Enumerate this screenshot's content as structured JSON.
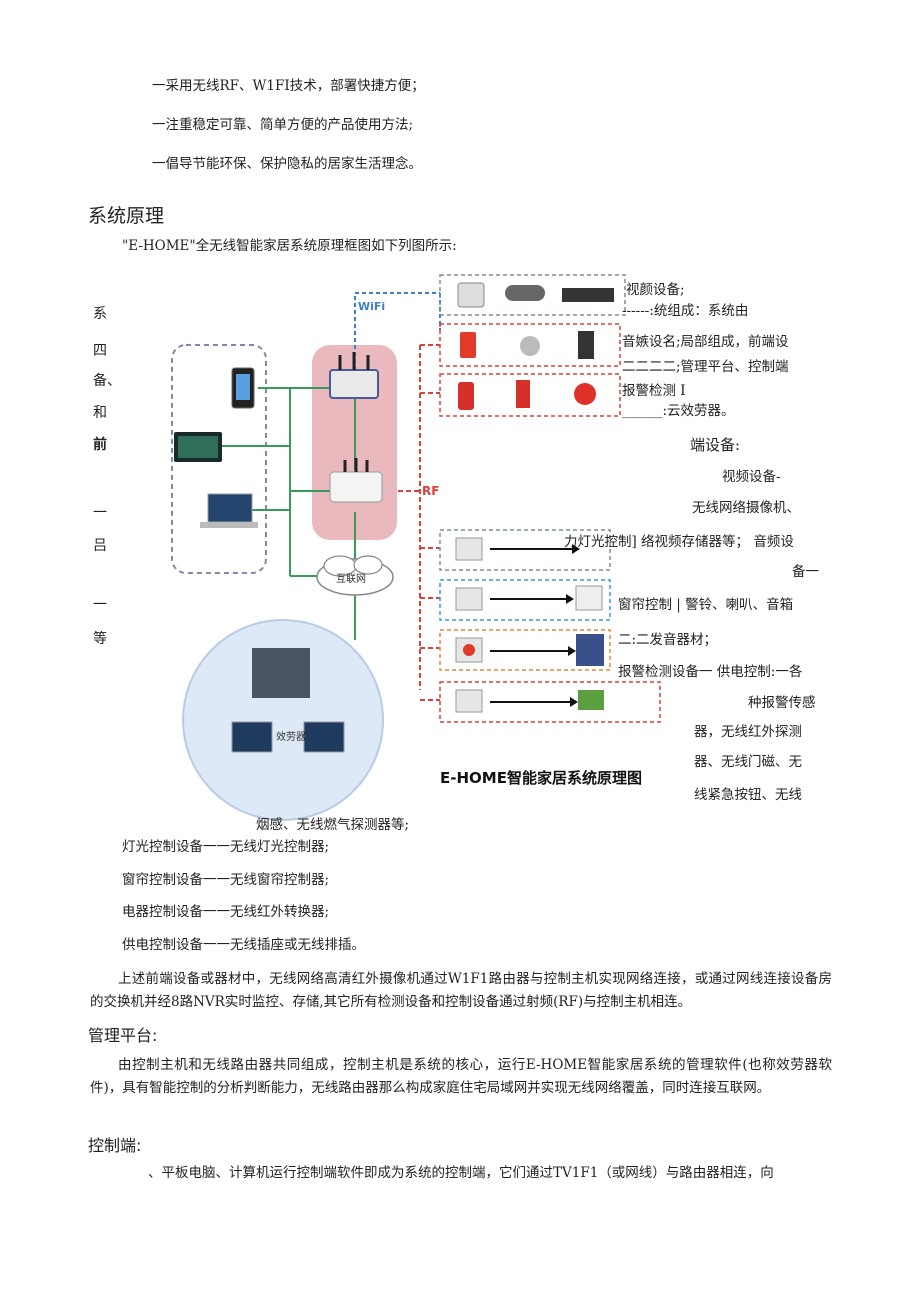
{
  "bullets": [
    "一采用无线RF、W1FI技术，部署快捷方便；",
    "一注重稳定可靠、简单方便的产品使用方法;",
    "一倡导节能环保、保护隐私的居家生活理念。"
  ],
  "section_title": "系统原理",
  "intro": "\"E-HOME\"全无线智能家居系统原理框图如下列图所示:",
  "diagram": {
    "wifi_label": "WiFi",
    "rf_label": "RF",
    "internet_label": "互联网",
    "cloud_label": "效劳器",
    "caption": "E-HOME智能家居系统原理图"
  },
  "left_vertical": [
    "系",
    "四",
    "备、",
    "和",
    "前",
    "一",
    "吕",
    "一",
    "等"
  ],
  "right_fragments": [
    "视颜设备;",
    "------:统组成：系统由",
    "音嫉设名;局部组成，前端设",
    "二二二二;管理平台、控制端",
    "报警检测 I",
    "______:云效劳器。",
    "端设备:",
    "视频设备-",
    "无线网络摄像机、",
    "力灯光控制] 络视频存储器等；  音频设",
    "备一",
    "窗帘控制 | 警铃、喇叭、音箱",
    "二:二发音器材；",
    "报警检测设备一  供电控制:一各",
    "种报警传感",
    "器，无线红外探测",
    "器、无线门磁、无",
    "线紧急按钮、无线",
    "烟感、无线燃气探测器等;"
  ],
  "device_lines": [
    "灯光控制设备一一无线灯光控制器;",
    "窗帘控制设备一一无线窗帘控制器;",
    "电器控制设备一一无线红外转换器;",
    "供电控制设备一一无线插座或无线排插。"
  ],
  "para1": "上述前端设备或器材中，无线网络高清红外摄像机通过W1F1路由器与控制主机实现网络连接，或通过网线连接设备房的交换机并经8路NVR实时监控、存储,其它所有检测设备和控制设备通过射频(RF)与控制主机相连。",
  "heading_mgmt": "管理平台:",
  "para2": "由控制主机和无线路由器共同组成，控制主机是系统的核心，运行E-HOME智能家居系统的管理软件(也称效劳器软件)，具有智能控制的分析判断能力，无线路由器那么构成家庭住宅局域网并实现无线网络覆盖，同时连接互联网。",
  "heading_ctrl": "控制端:",
  "para3": "、平板电脑、计算机运行控制端软件即成为系统的控制端，它们通过TV1F1（或网线）与路由器相连，向",
  "colors": {
    "green": "#3a9a5b",
    "blue": "#3c7fc4",
    "red": "#d8423a",
    "pink": "#e9b9bd"
  }
}
